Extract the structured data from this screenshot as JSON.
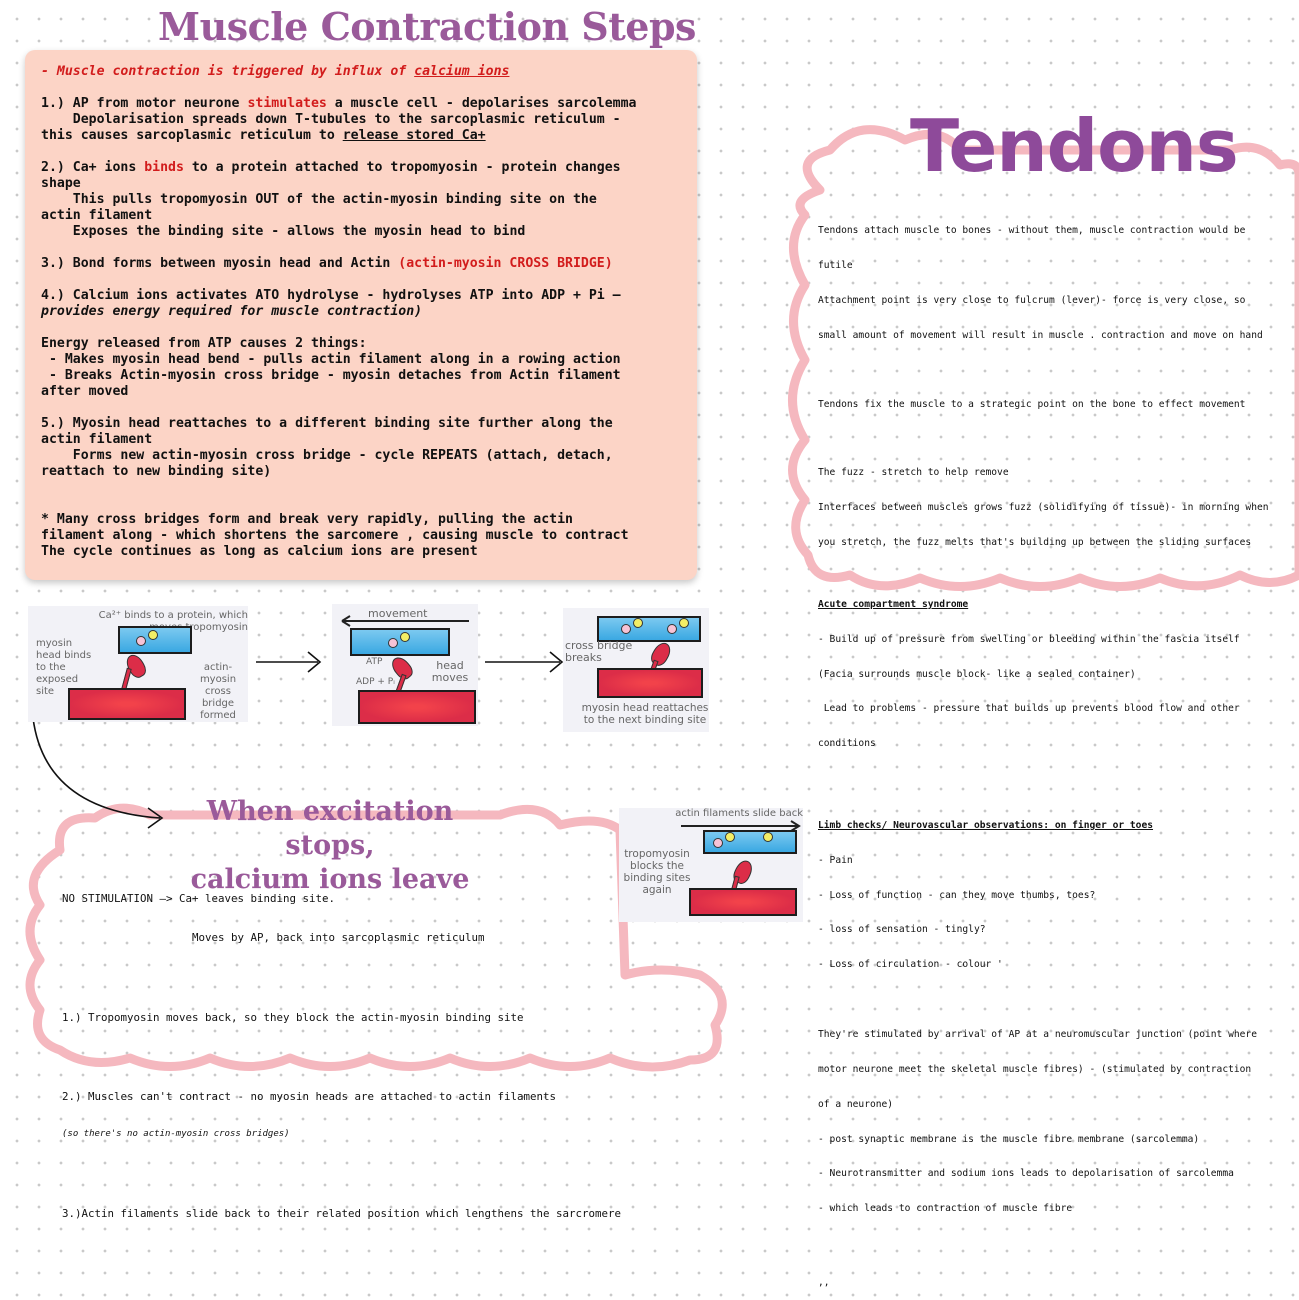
{
  "title": "Muscle Contraction Steps",
  "card": {
    "trigger_prefix": "- Muscle contraction is triggered by influx of ",
    "trigger_keyword": "calcium ions",
    "s1a": "1.) AP from motor neurone ",
    "s1b": "stimulates",
    "s1c": " a muscle cell - depolarises sarcolemma",
    "s1d": "    Depolarisation spreads down T-tubules to the sarcoplasmic reticulum -",
    "s1e": "this causes sarcoplasmic reticulum to ",
    "s1f": "release stored Ca+",
    "s2a": "2.) Ca+ ions ",
    "s2b": "binds",
    "s2c": " to a protein attached to tropomyosin - protein changes",
    "s2d": "shape",
    "s2e": "    This pulls tropomyosin OUT of the actin-myosin binding site on the",
    "s2f": "actin filament",
    "s2g": "    Exposes the binding site - allows the myosin head to bind",
    "s3a": "3.) Bond forms between myosin head and Actin ",
    "s3b": "(actin-myosin CROSS BRIDGE)",
    "s4a": "4.) Calcium ions activates ATO hydrolyse - hydrolyses ATP into ADP + Pi —",
    "s4b": "provides energy required for muscle contraction)",
    "e1": "Energy released from ATP causes 2 things:",
    "e2": " - Makes myosin head bend - pulls actin filament along in a rowing action",
    "e3": " - Breaks Actin-myosin cross bridge - myosin detaches from Actin filament",
    "e4": "after moved",
    "s5a": "5.) Myosin head reattaches to a different binding site further along the",
    "s5b": "actin filament",
    "s5c": "    Forms new actin-myosin cross bridge - cycle REPEATS (attach, detach,",
    "s5d": "reattach to new binding site)",
    "f1": "* Many cross bridges form and break very rapidly, pulling the actin",
    "f2": "filament along - which shortens the sarcomere , causing muscle to contract",
    "f3": "The cycle continues as long as calcium ions are present"
  },
  "tendons": {
    "title": "Tendons",
    "l1": "Tendons attach muscle to bones - without them, muscle contraction would be",
    "l2": "futile",
    "l3": "Attachment point is very close to fulcrum (lever)- force is very close, so",
    "l4": "small amount of movement will result in muscle . contraction and move on hand",
    "l5": "Tendons fix the muscle to a strategic point on the bone to effect movement",
    "l6": "The fuzz - stretch to help remove",
    "l7": "Interfaces between muscles grows fuzz (solidifying of tissue)- in morning when",
    "l8": "you stretch, the fuzz melts that's building up between the sliding surfaces",
    "h1": "Acute compartment syndrome",
    "l9": "- Build up of pressure from swelling or bleeding within the fascia itself",
    "l10": "(Facia surrounds muscle block- like a sealed container)",
    "l11": " Lead to problems - pressure that builds up prevents blood flow and other",
    "l12": "conditions",
    "h2": "Limb checks/ Neurovascular observations: on finger or toes",
    "l13": "- Pain",
    "l14": "- Loss of function - can they move thumbs, toes?",
    "l15": "- loss of sensation - tingly?",
    "l16": "- Loss of circulation - colour '",
    "l17": "They're stimulated by arrival of AP at a neuromuscular junction (point where",
    "l18": "motor neurone meet the skeletal muscle fibres) - (stimulated by contraction",
    "l19": "of a neurone)",
    "l20": "- post synaptic membrane is the muscle fibre membrane (sarcolemma)",
    "l21": "- Neurotransmitter and sodium ions leads to depolarisation of sarcolemma",
    "l22": "- which leads to contraction of muscle fibre",
    "l23": ",,"
  },
  "diagrams": {
    "d1_top": "Ca²⁺ binds to a protein, which moves tropomyosin",
    "d1_left": "myosin head binds to the exposed site",
    "d1_right": "actin-myosin cross bridge formed",
    "d2_top": "movement",
    "d2_atp": "ATP",
    "d2_adp": "ADP + Pᵢ",
    "d2_head": "head moves",
    "d3_left": "cross bridge breaks",
    "d3_bottom": "myosin head reattaches to the next binding site",
    "d4_top": "actin filaments slide back",
    "d4_left": "tropomyosin blocks the binding sites again"
  },
  "stop": {
    "title1": "When excitation stops,",
    "title2": "calcium ions leave",
    "n1": "NO STIMULATION —> Ca+ leaves binding site.",
    "n2": "                    Moves by AP, back into sarcoplasmic reticulum",
    "n3": "1.) Tropomyosin moves back, so they block the actin-myosin binding site",
    "n4": "2.) Muscles can't contract - no myosin heads are attached to actin filaments",
    "n5": "(so there's no actin-myosin cross bridges)",
    "n6": "3.)Actin filaments slide back to their related position which lengthens the sarcromere"
  },
  "colors": {
    "card_bg": "#fcd4c6",
    "title": "#9a5a9a",
    "cloud_stroke": "#f5b8bf",
    "highlight_red": "#d21c1c"
  }
}
